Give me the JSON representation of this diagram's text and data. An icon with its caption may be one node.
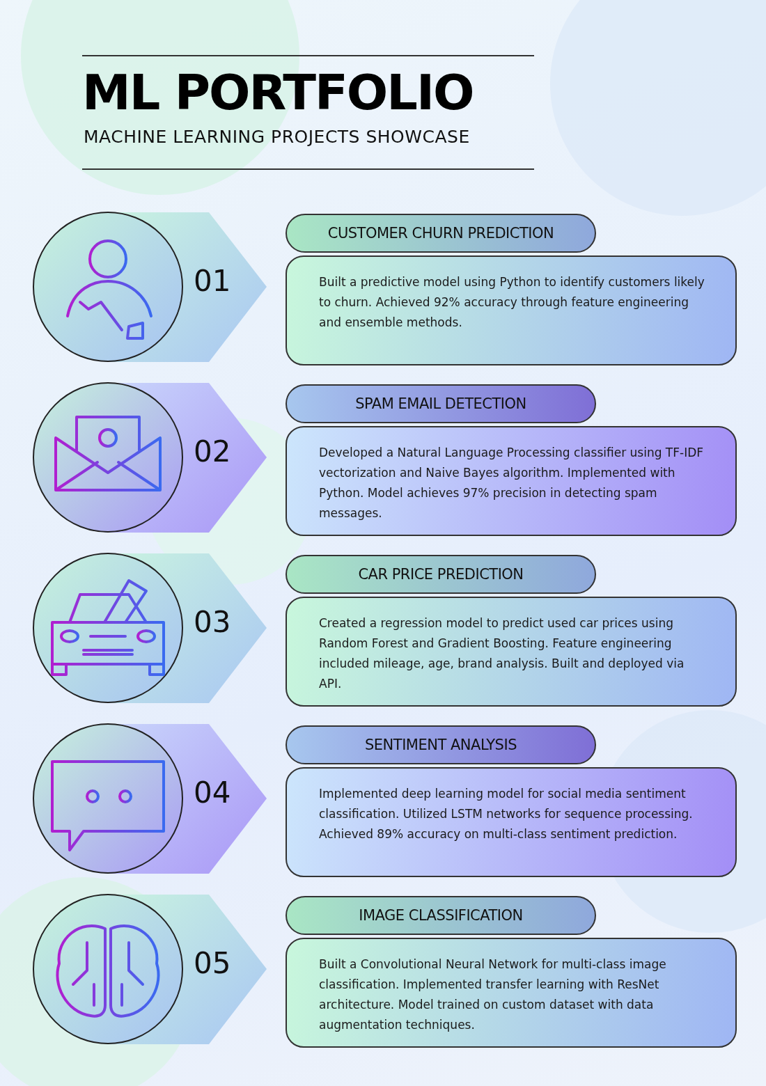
{
  "diagram": {
    "title": "ML PORTFOLIO",
    "nodes": [
      {
        "text": [
          "01"
        ]
      },
      {
        "text": [
          "CUSTOMER CHURN PREDICTION"
        ]
      },
      {
        "text": [
          "Built a predictive model using Python to identify customers likely to churn. Achieved 92% accuracy through feature engineering and ensemble methods."
        ]
      },
      {
        "text": [
          "02"
        ]
      },
      {
        "text": [
          "SPAM EMAIL DETECTION"
        ]
      },
      {
        "text": [
          "Developed a Natural Language Processing classifier using TF-IDF vectorization and Naive Bayes algorithm. Implemented with Python. Model achieves 97% precision in detecting spam messages."
        ]
      },
      {
        "text": [
          "03"
        ]
      },
      {
        "text": [
          "CAR PRICE PREDICTION"
        ]
      },
      {
        "text": [
          "Created a regression model to predict used car prices using Random Forest and Gradient Boosting. Feature engineering included mileage, age, brand analysis. Built and deployed via API."
        ]
      },
      {
        "text": [
          "04"
        ]
      },
      {
        "text": [
          "SENTIMENT ANALYSIS"
        ]
      },
      {
        "text": [
          "Implemented deep learning model for social media sentiment classification. Utilized LSTM networks for sequence processing. Achieved 89% accuracy on multi-class sentiment prediction."
        ]
      },
      {
        "text": [
          "05"
        ]
      },
      {
        "text": [
          "IMAGE CLASSIFICATION"
        ]
      },
      {
        "text": [
          "Built a Convolutional Neural Network for multi-class image classification. Implemented transfer learning with ResNet architecture. Model trained on custom dataset with data augmentation techniques."
        ]
      }
    ],
    "labels": [
      "MACHINE LEARNING PROJECTS SHOWCASE"
    ]
  }
}
